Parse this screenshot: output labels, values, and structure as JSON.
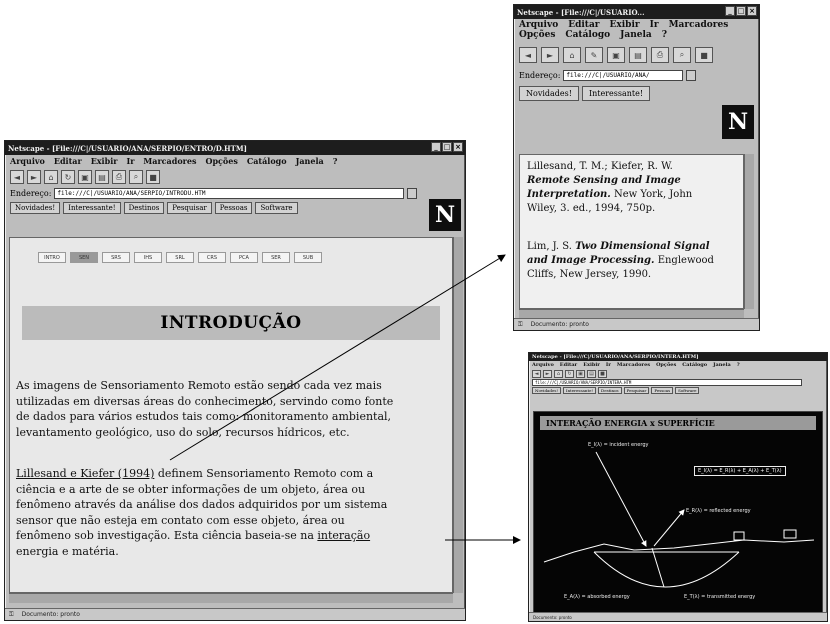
{
  "main_window": {
    "title": "Netscape - [File:///C|/USUARIO/ANA/SERPIO/ENTRO/D.HTM]",
    "menu": [
      "Arquivo",
      "Editar",
      "Exibir",
      "Ir",
      "Marcadores",
      "Opções",
      "Catálogo",
      "Janela",
      "?"
    ],
    "toolbar_icons": [
      "back-icon",
      "forward-icon",
      "home-icon",
      "reload-icon",
      "images-icon",
      "open-icon",
      "print-icon",
      "find-icon",
      "stop-icon"
    ],
    "address_label": "Endereço:",
    "address_value": "file:///C|/USUARIO/ANA/SERPIO/INTRODU.HTM",
    "directory_buttons": [
      "Novidades!",
      "Interessante!",
      "Destinos",
      "Pesquisar",
      "Pessoas",
      "Software"
    ],
    "logo": "N",
    "nav_cells": [
      "INTRO",
      "SEN",
      "SRS",
      "IHS",
      "SRL",
      "CRS",
      "PCA",
      "SER",
      "SUB"
    ],
    "heading": "INTRODUÇÃO",
    "para1": [
      "As imagens de Sensoriamento Remoto estão sendo cada vez mais",
      "utilizadas em diversas áreas do conhecimento, servindo como fonte",
      "de dados para vários estudos tais como: monitoramento ambiental,",
      "levantamento geológico, uso do solo, recursos hídricos, etc."
    ],
    "para2_link": "Lillesand e Kiefer (1994)",
    "para2_line1_rest": " definem Sensoriamento Remoto com a",
    "para2": [
      "ciência e a arte de se obter informações de um objeto, área ou",
      "fenômeno através da análise dos dados adquiridos por um sistema",
      "sensor que não esteja em contato com esse objeto, área ou"
    ],
    "para2_last_text": "fenômeno sob investigação. Esta ciência baseia-se na ",
    "para2_last_link": "interação",
    "para2_end": "energia e matéria.",
    "status": "Documento: pronto"
  },
  "ref_window": {
    "title": "Netscape - [File:///C|/USUARIO...",
    "menu": [
      "Arquivo",
      "Editar",
      "Exibir",
      "Ir",
      "Marcadores",
      "Opções",
      "Catálogo",
      "Janela",
      "?"
    ],
    "toolbar_icons": [
      "back-icon",
      "forward-icon",
      "home-icon",
      "edit-icon",
      "images-icon",
      "open-icon",
      "print-icon",
      "find-icon",
      "stop-icon"
    ],
    "address_label": "Endereço:",
    "address_value": "file:///C|/USUARIO/ANA/",
    "directory_buttons": [
      "Novidades!",
      "Interessante!"
    ],
    "logo": "N",
    "ref1": [
      "Lillesand, T. M.; Kiefer, R. W."
    ],
    "ref1_italic": [
      "Remote Sensing and Image",
      "Interpretation."
    ],
    "ref1_tail": " New York, John",
    "ref1_end": "Wiley, 3. ed., 1994, 750p.",
    "ref2_head": "Lim, J. S. ",
    "ref2_italic": [
      "Two Dimensional Signal",
      "and Image Processing."
    ],
    "ref2_tail": " Englewood",
    "ref2_end": "Cliffs, New Jersey, 1990.",
    "status": "Documento: pronto"
  },
  "diagram_window": {
    "title": "Netscape - [File:///C|/USUARIO/ANA/SERPIO/INTERA.HTM]",
    "menu": [
      "Arquivo",
      "Editar",
      "Exibir",
      "Ir",
      "Marcadores",
      "Opções",
      "Catálogo",
      "Janela",
      "?"
    ],
    "address_value": "file:///C|/USUARIO/ANA/SERPIO/INTERA.HTM",
    "directory_buttons": [
      "Novidades!",
      "Interessante!",
      "Destinos",
      "Pesquisar",
      "Pessoas",
      "Software"
    ],
    "heading": "INTERAÇÃO ENERGIA x SUPERFÍCIE",
    "labels": {
      "incident": "E_I(λ) = incident energy",
      "equation": "E_I(λ) = E_R(λ) + E_A(λ) + E_T(λ)",
      "reflected": "E_R(λ) = reflected energy",
      "absorbed": "E_A(λ) = absorbed energy",
      "transmitted": "E_T(λ) = transmitted energy"
    },
    "status": "Documento: pronto"
  }
}
